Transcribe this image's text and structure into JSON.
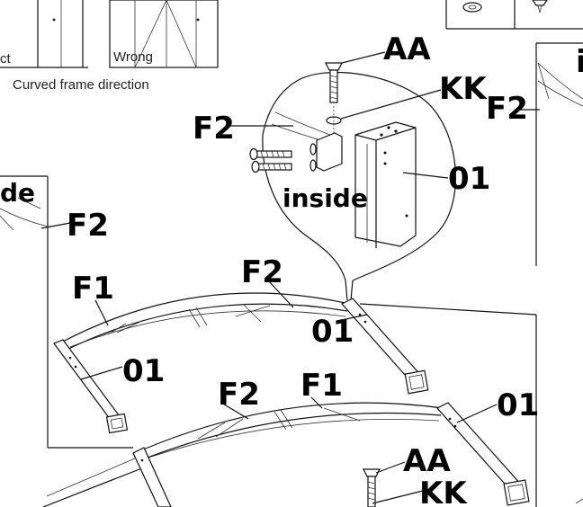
{
  "captions": {
    "correct_partial": "ct",
    "wrong": "Wrong",
    "curved_frame_direction": "Curved frame direction"
  },
  "labels": {
    "aa_top": "AA",
    "kk_top": "KK",
    "f2_detail": "F2",
    "inside_detail": "inside",
    "o1_detail": "01",
    "f2_right_panel": "F2",
    "right_edge_partial": "i",
    "left_edge_partial": "de",
    "f2_left_panel": "F2",
    "f1_upper": "F1",
    "f2_upper": "F2",
    "o1_upper_mid": "01",
    "o1_upper_left": "01",
    "f2_lower": "F2",
    "f1_lower": "F1",
    "o1_lower_right": "01",
    "aa_bottom": "AA",
    "kk_bottom": "KK"
  }
}
